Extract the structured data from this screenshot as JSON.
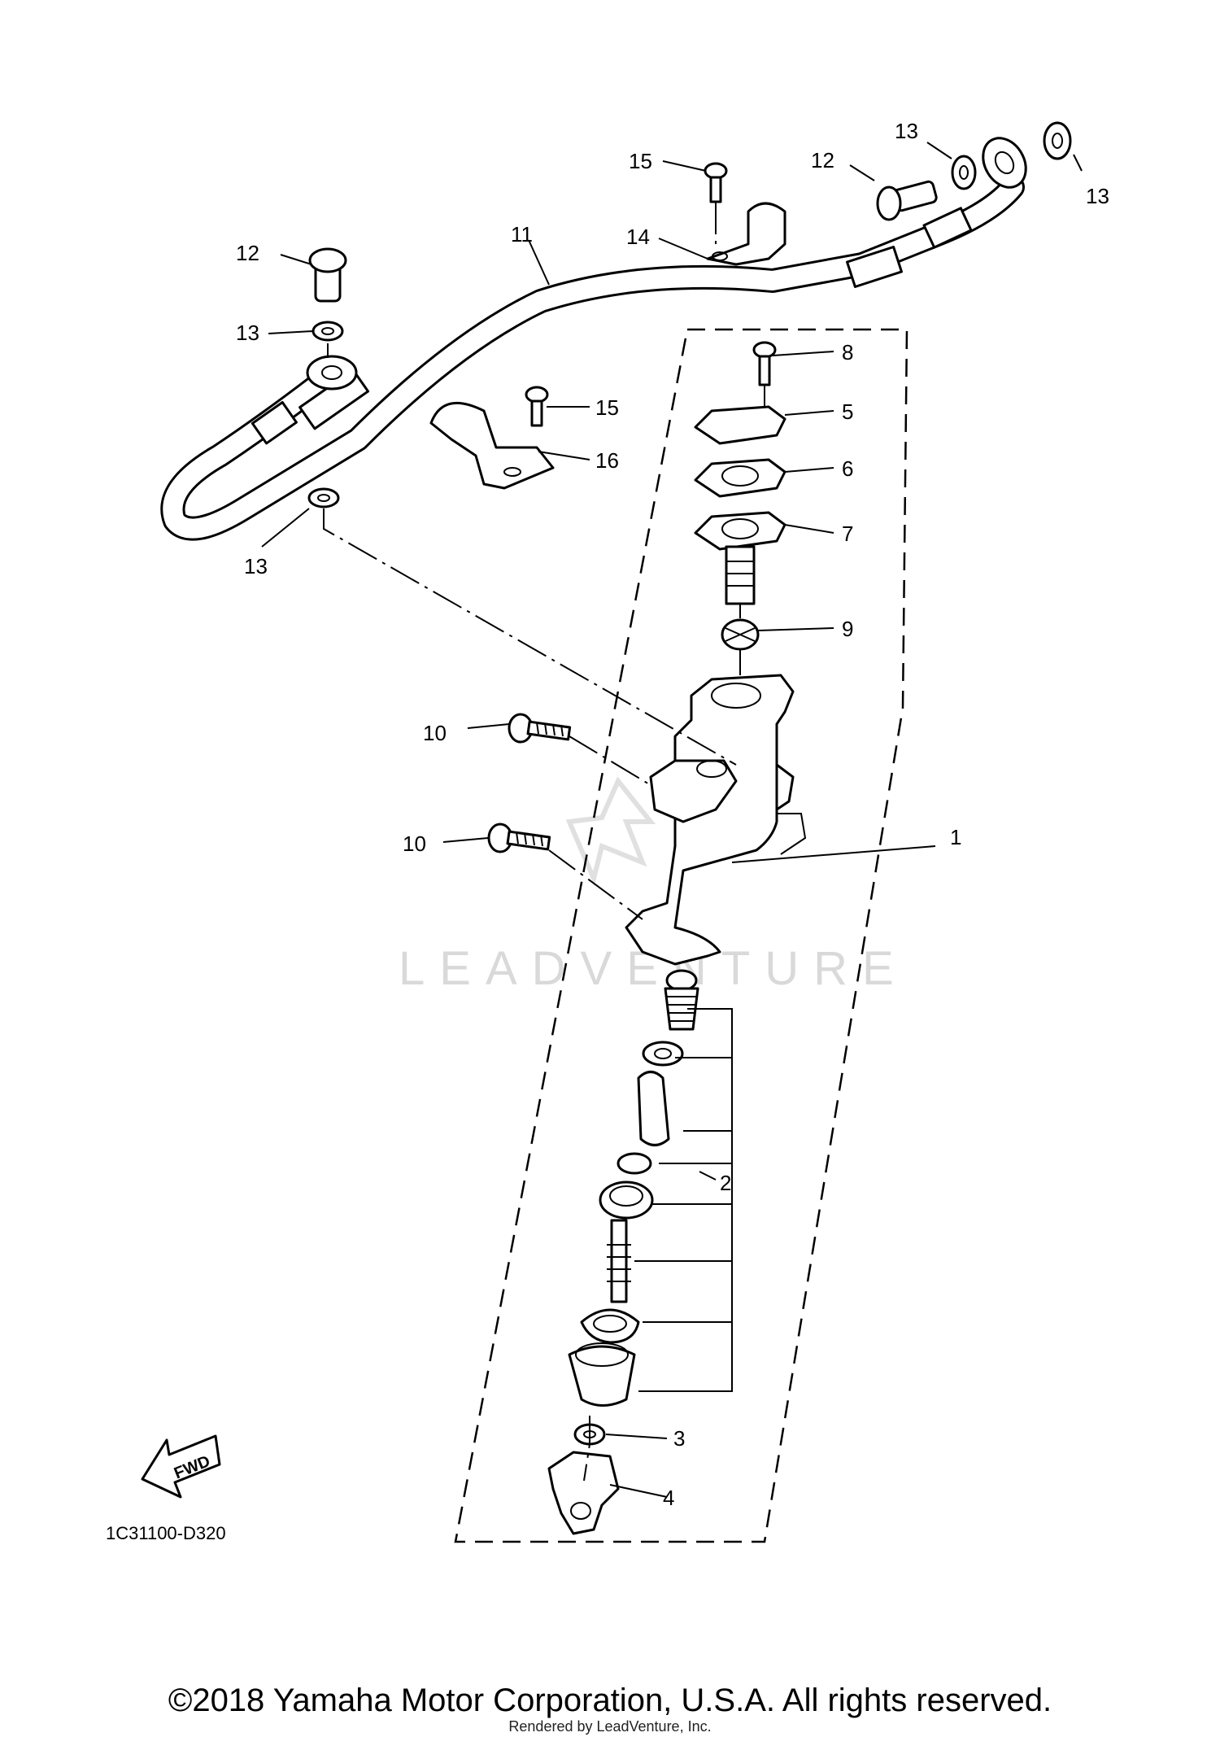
{
  "diagram_code": "1C31100-D320",
  "fwd_label": "FWD",
  "watermark": "LEADVENTURE",
  "copyright": "©2018 Yamaha Motor Corporation, U.S.A. All rights reserved.",
  "rendered_by": "Rendered by LeadVenture, Inc.",
  "callouts": {
    "c1": "1",
    "c2": "2",
    "c3": "3",
    "c4": "4",
    "c5": "5",
    "c6": "6",
    "c7": "7",
    "c8": "8",
    "c9": "9",
    "c10a": "10",
    "c10b": "10",
    "c11": "11",
    "c12a": "12",
    "c12b": "12",
    "c13a": "13",
    "c13b": "13",
    "c13c": "13",
    "c13d": "13",
    "c14": "14",
    "c15a": "15",
    "c15b": "15",
    "c16": "16"
  }
}
